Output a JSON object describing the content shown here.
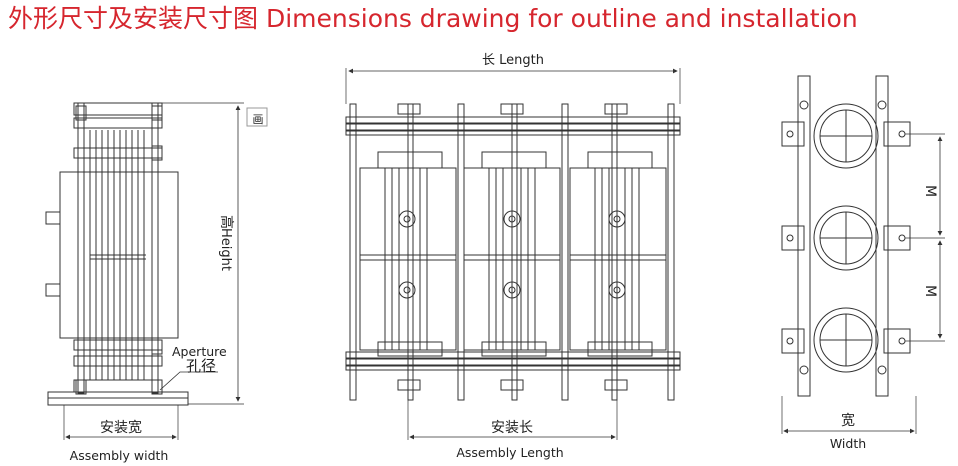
{
  "header": {
    "title": "外形尺寸及安装尺寸图 Dimensions drawing for outline and installation"
  },
  "side_view": {
    "height_cn": "高",
    "height_en": "Height",
    "aperture_en": "Aperture",
    "aperture_cn": "孔径",
    "assembly_width_cn": "安装宽",
    "assembly_width_en": "Assembly width",
    "corner_glyph": "画"
  },
  "front_view": {
    "length_label": "长 Length",
    "assembly_length_cn": "安装长",
    "assembly_length_en": "Assembly Length"
  },
  "top_view": {
    "m_label_1": "M",
    "m_label_2": "M",
    "width_cn": "宽",
    "width_en": "Width"
  },
  "colors": {
    "title": "#d6262e",
    "line": "#333333"
  }
}
